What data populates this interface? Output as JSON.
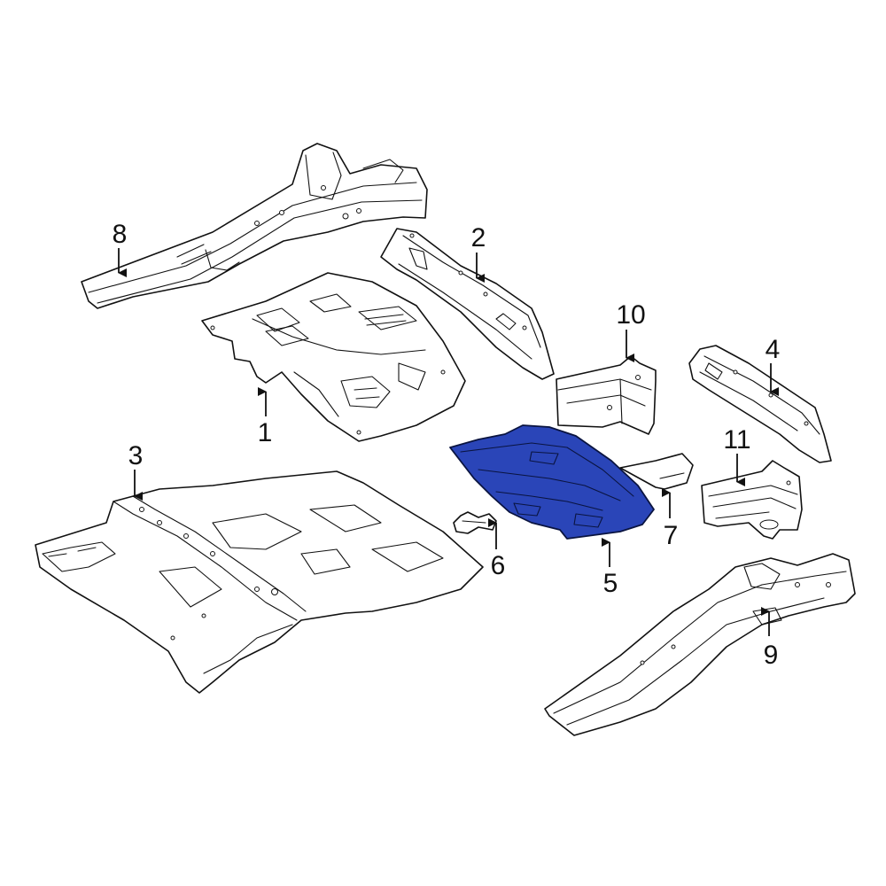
{
  "callouts": [
    {
      "id": "part-1",
      "number": "1"
    },
    {
      "id": "part-2",
      "number": "2"
    },
    {
      "id": "part-3",
      "number": "3"
    },
    {
      "id": "part-4",
      "number": "4"
    },
    {
      "id": "part-5",
      "number": "5"
    },
    {
      "id": "part-6",
      "number": "6"
    },
    {
      "id": "part-7",
      "number": "7"
    },
    {
      "id": "part-8",
      "number": "8"
    },
    {
      "id": "part-9",
      "number": "9"
    },
    {
      "id": "part-10",
      "number": "10"
    },
    {
      "id": "part-11",
      "number": "11"
    }
  ],
  "highlighted_part": "5",
  "colors": {
    "highlight": "#2a45b8",
    "line": "#111111",
    "background": "#ffffff"
  }
}
